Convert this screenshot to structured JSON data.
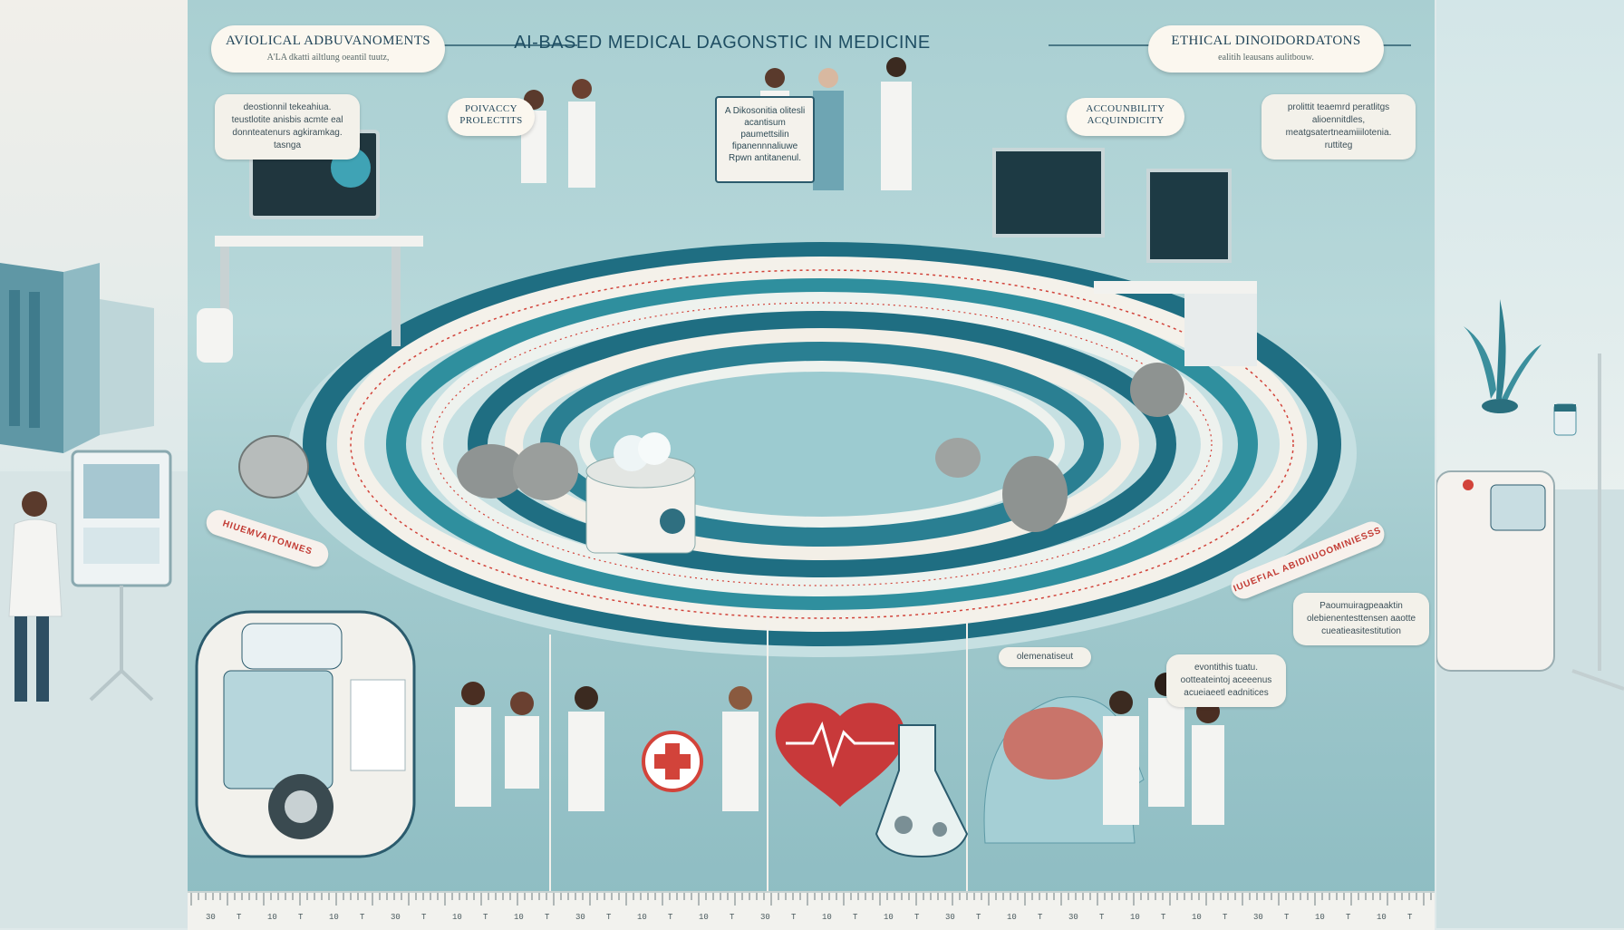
{
  "title": "AI-BASED MEDICAL DAGONSTIC IN MEDICINE",
  "labels": {
    "advancements_heading": "AVIOLICAL ADBUVANOMENTS",
    "advancements_sub": "A'LA dkatti ailtlung oeantil tuutz,",
    "ethics_heading": "ETHICAL DINOIDORDATONS",
    "ethics_sub": "ealitih leausans aulitbouw.",
    "privacy_tag": "POIVACCY PROLECTITS",
    "accountability_tag": "ACCOUNBILITY ACQUINDICITY",
    "box_text": "A Dikosonitia olitesli acantisum paumettsilin fipanennnaliuwe Rpwn antitanenul.",
    "bubble_tl": "deostionnil tekeahiua. teustlotite anisbis acmte eal donnteatenurs agkiramkag. tasnga",
    "bubble_tr": "prolittit teaemrd peratlitgs alioennitdles, meatgsatertneamiiilotenia. ruttiteg",
    "bubble_br1": "Paoumuiragpeaaktin olebienentesttensen aaotte cueatieasitestitution",
    "bubble_br2": "evontithis tuatu. ootteateintoj aceeenus acueiaeetl eadnitices",
    "bubble_mid": "olemenatiseut",
    "tag_left": "HIUEMVAITONNES",
    "tag_right": "IUUEFIAL ABIDIIUOOMINIESSS"
  },
  "ruler_labels": [
    "30",
    "T",
    "10",
    "T",
    "10",
    "T",
    "30",
    "T",
    "10",
    "T",
    "10",
    "T",
    "30",
    "T",
    "10",
    "T",
    "10",
    "T",
    "30",
    "T",
    "10",
    "T",
    "10",
    "T",
    "30",
    "T",
    "10",
    "T",
    "30",
    "T",
    "10",
    "T",
    "10",
    "T",
    "30",
    "T",
    "10",
    "T",
    "10",
    "T"
  ],
  "colors": {
    "teal_dark": "#1f6e82",
    "teal_mid": "#2f8f9e",
    "red_accent": "#d2433a",
    "cream": "#f4f1ea",
    "heart": "#c8393a"
  }
}
